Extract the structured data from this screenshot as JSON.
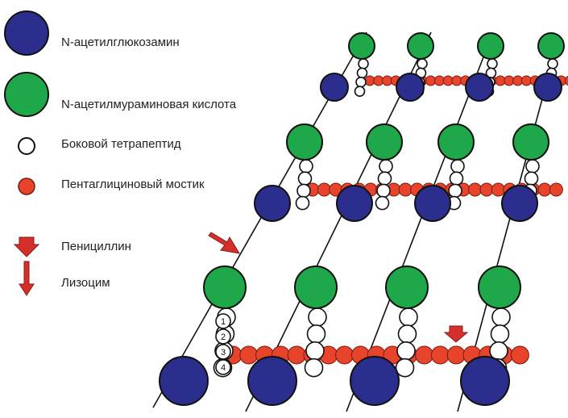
{
  "legend": {
    "items": [
      {
        "symbol": "blue-circle-icon",
        "color": "#2b2e8c",
        "label": "N-ацетилглюкозамин"
      },
      {
        "symbol": "green-circle-icon",
        "color": "#1ea84a",
        "label": "N-ацетилмураминовая кислота"
      },
      {
        "symbol": "white-bead-icon",
        "color": "#ffffff",
        "label": "Боковой тетрапептид"
      },
      {
        "symbol": "red-bead-icon",
        "color": "#e8432b",
        "label": "Пентаглициновый мостик"
      },
      {
        "symbol": "penicillin-arrow-icon",
        "color": "#d4302b",
        "label": "Пенициллин"
      },
      {
        "symbol": "lysozyme-arrow-icon",
        "color": "#d4302b",
        "label": "Лизоцим"
      }
    ]
  },
  "diagram": {
    "tetrapeptide_numbers": [
      "1",
      "2",
      "3",
      "4"
    ]
  }
}
